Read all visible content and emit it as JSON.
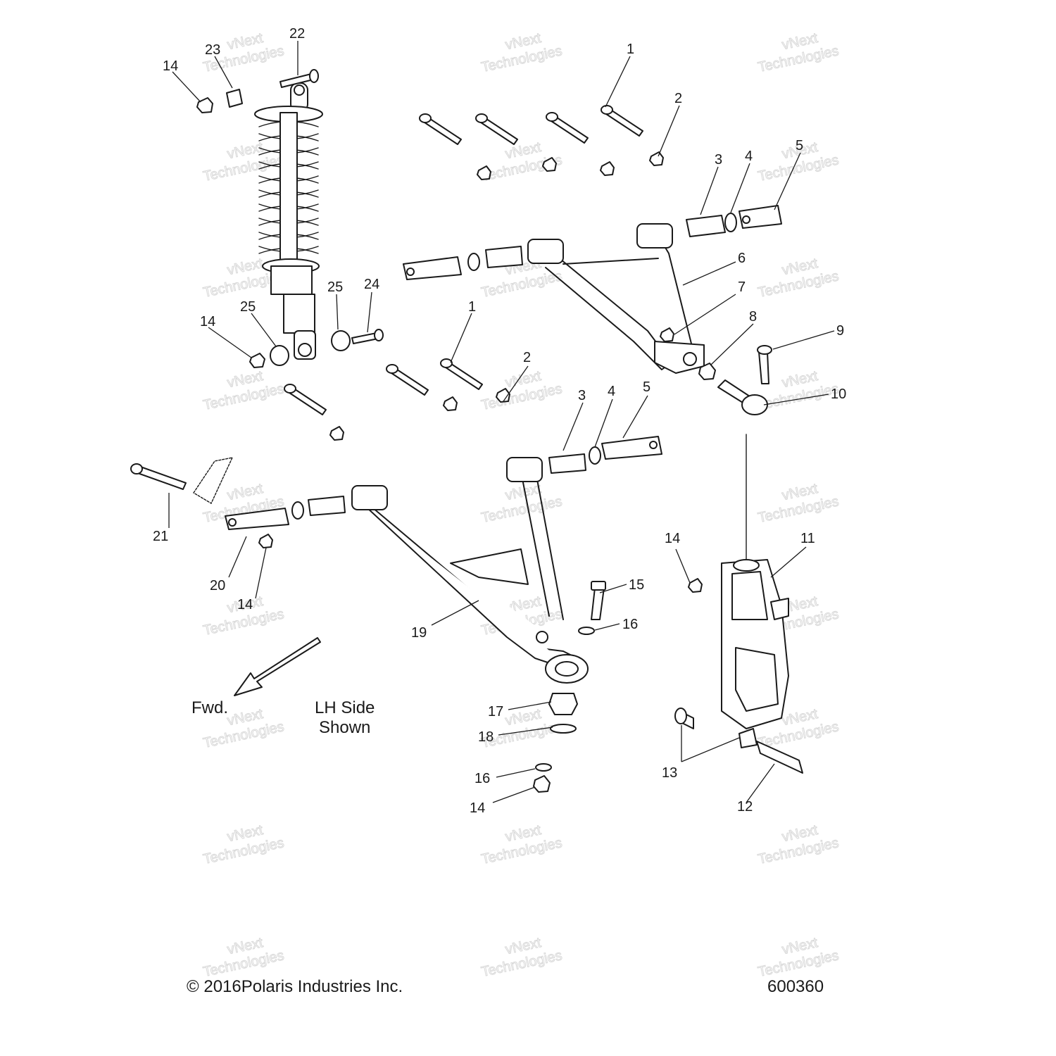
{
  "watermark": {
    "line1": "vNext",
    "line2": "Technologies"
  },
  "callouts": [
    "1",
    "2",
    "3",
    "4",
    "5",
    "6",
    "7",
    "8",
    "9",
    "10",
    "11",
    "12",
    "13",
    "14",
    "15",
    "16",
    "17",
    "18",
    "19",
    "20",
    "21",
    "22",
    "23",
    "24",
    "25"
  ],
  "notes": {
    "fwd": "Fwd.",
    "side_line1": "LH Side",
    "side_line2": "Shown"
  },
  "footer": {
    "copyright": "© 2016Polaris Industries Inc.",
    "diagram_number": "600360"
  },
  "colors": {
    "line": "#1a1a1a",
    "watermark": "#d8d8d8",
    "background": "#ffffff"
  }
}
